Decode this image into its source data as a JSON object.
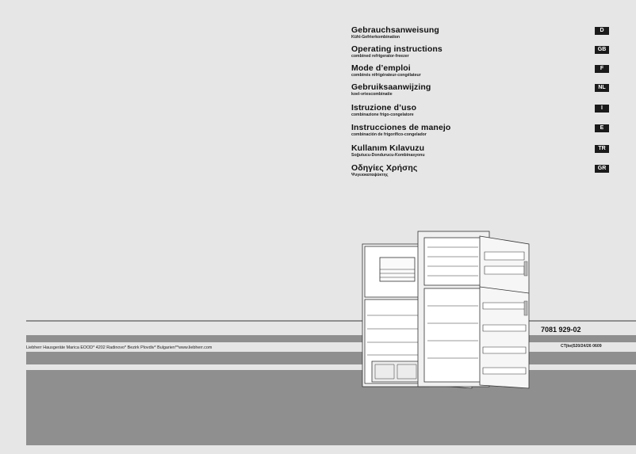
{
  "languages": [
    {
      "title": "Gebrauchsanweisung",
      "subtitle": "Kühl-Gefrierkombination",
      "code": "D"
    },
    {
      "title": "Operating instructions",
      "subtitle": "combined refrigerator-freezer",
      "code": "GB"
    },
    {
      "title": "Mode d’emploi",
      "subtitle": "combinés réfrigérateur-congélateur",
      "code": "F"
    },
    {
      "title": "Gebruiksaanwijzing",
      "subtitle": "koel-vriescombinatie",
      "code": "NL"
    },
    {
      "title": "Istruzione d’uso",
      "subtitle": "combinazione frigo-congelatore",
      "code": "I"
    },
    {
      "title": "Instrucciones de manejo",
      "subtitle": "combinación de frigorífico-congelador",
      "code": "E"
    },
    {
      "title": "Kullanım Kılavuzu",
      "subtitle": "Soğutucu-Dondurucu-Kombinasyonu",
      "code": "TR"
    },
    {
      "title": "Οδηγίες Χρήσης",
      "subtitle": "Ψυγειοκαταψύκτης",
      "code": "GR"
    }
  ],
  "document_number": "7081 929-02",
  "manufacturer_line": "Liebherr Hausgeräte Marica EOOD* 4202 Radinovo* Bezirk Plovdiv* Bulgarien**www.liebherr.com",
  "document_code": "CTjke|520/24/26  0609",
  "colors": {
    "page": "#e6e6e6",
    "band": "#8f8f8f",
    "code_badge": "#1b1b1b"
  },
  "illustration": "two-door-fridge-freezer-open"
}
